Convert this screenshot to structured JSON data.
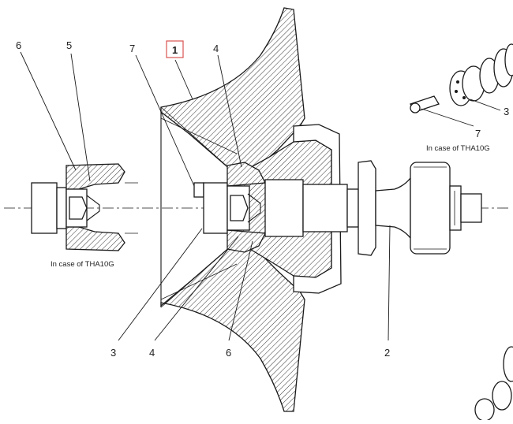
{
  "diagram": {
    "callouts": {
      "c6_left": "6",
      "c5": "5",
      "c7_mid": "7",
      "c1": "1",
      "c4_top": "4",
      "c3_right": "3",
      "c7_right": "7",
      "c3_bottom": "3",
      "c4_bottom": "4",
      "c6_bottom": "6",
      "c2": "2"
    },
    "notes": {
      "thaleft": "In case of THA10G",
      "tharight": "In case of THA10G"
    },
    "colors": {
      "ink": "#1a1a1a",
      "highlight_box": "#d9534f"
    }
  }
}
